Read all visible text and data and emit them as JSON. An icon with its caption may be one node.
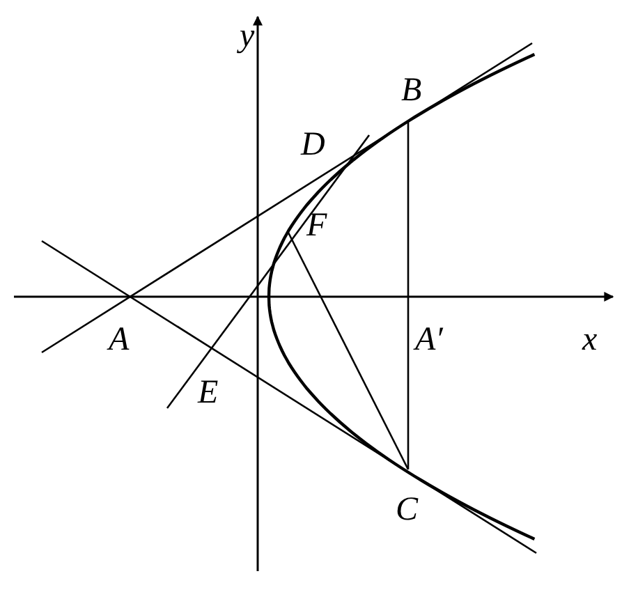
{
  "diagram": {
    "labels": [
      "y",
      "B",
      "D",
      "F",
      "A",
      "A′",
      "x",
      "E",
      "C"
    ]
  }
}
